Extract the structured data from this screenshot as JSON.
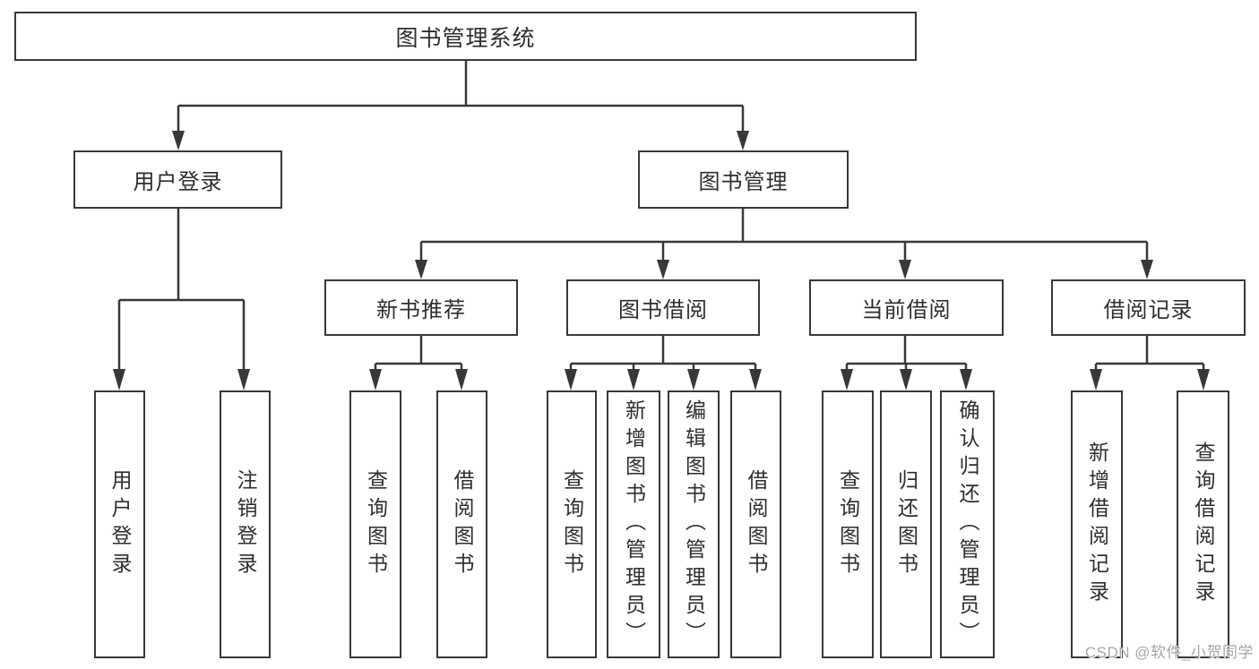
{
  "diagram": {
    "type": "hierarchy-tree",
    "nodes": {
      "root": "图书管理系统",
      "user_login": "用户登录",
      "book_management": "图书管理",
      "new_book_recommend": "新书推荐",
      "book_borrowing": "图书借阅",
      "current_borrowing": "当前借阅",
      "borrowing_records": "借阅记录",
      "leaf_user_login": "用户登录",
      "leaf_logout": "注销登录",
      "nbr_query_books": "查询图书",
      "nbr_borrow_books": "借阅图书",
      "bb_query_books": "查询图书",
      "bb_add_books": "新增图书（管理员）",
      "bb_edit_books": "编辑图书（管理员）",
      "bb_borrow_books": "借阅图书",
      "cb_query_books": "查询图书",
      "cb_return_books": "归还图书",
      "cb_confirm_return": "确认归还（管理员）",
      "br_add_record": "新增借阅记录",
      "br_query_record": "查询借阅记录"
    },
    "edges": [
      [
        "root",
        "user_login"
      ],
      [
        "root",
        "book_management"
      ],
      [
        "user_login",
        "leaf_user_login"
      ],
      [
        "user_login",
        "leaf_logout"
      ],
      [
        "book_management",
        "new_book_recommend"
      ],
      [
        "book_management",
        "book_borrowing"
      ],
      [
        "book_management",
        "current_borrowing"
      ],
      [
        "book_management",
        "borrowing_records"
      ],
      [
        "new_book_recommend",
        "nbr_query_books"
      ],
      [
        "new_book_recommend",
        "nbr_borrow_books"
      ],
      [
        "book_borrowing",
        "bb_query_books"
      ],
      [
        "book_borrowing",
        "bb_add_books"
      ],
      [
        "book_borrowing",
        "bb_edit_books"
      ],
      [
        "book_borrowing",
        "bb_borrow_books"
      ],
      [
        "current_borrowing",
        "cb_query_books"
      ],
      [
        "current_borrowing",
        "cb_return_books"
      ],
      [
        "current_borrowing",
        "cb_confirm_return"
      ],
      [
        "borrowing_records",
        "br_add_record"
      ],
      [
        "borrowing_records",
        "br_query_record"
      ]
    ],
    "colors": {
      "line": "#383838",
      "text": "#2e2e2e",
      "background": "#ffffff",
      "watermark": "#a6a6a6"
    }
  },
  "watermark": "CSDN @软件_小贺同学"
}
